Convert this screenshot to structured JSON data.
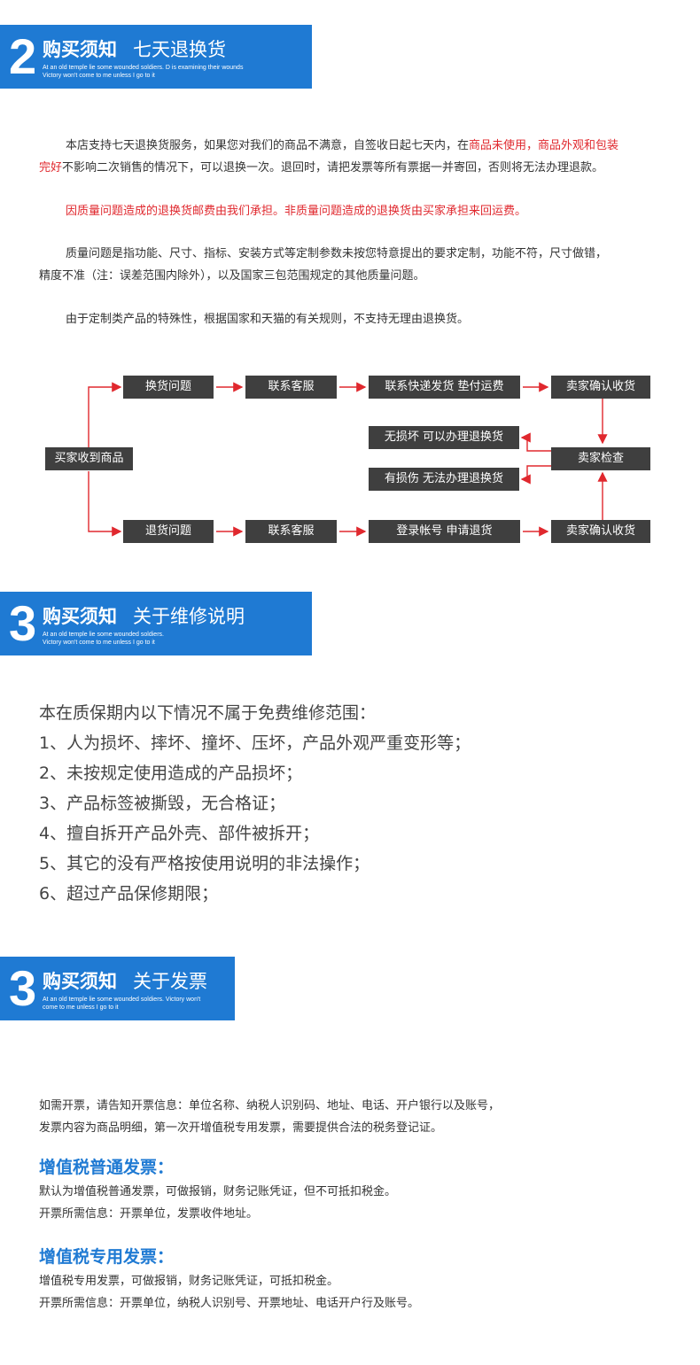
{
  "banners": [
    {
      "num": "2",
      "title": "购买须知",
      "subtitle": "七天退换货",
      "sub_line1": "At an old temple lie some wounded soldiers. D is examining their wounds",
      "sub_line2": "Victory won't come to me unless I go to it"
    },
    {
      "num": "3",
      "title": "购买须知",
      "subtitle": "关于维修说明",
      "sub_line1": "At an old temple lie some wounded soldiers.",
      "sub_line2": "Victory won't come to me unless I go to it"
    },
    {
      "num": "3",
      "title": "购买须知",
      "subtitle": "关于发票",
      "sub_line1": "At an old temple lie some wounded soldiers. Victory won't",
      "sub_line2": "come to me unless I go to it"
    }
  ],
  "returns": {
    "p1_a": "本店支持七天退换货服务，如果您对我们的商品不满意，自签收日起七天内，在",
    "p1_red": "商品未使用，商品外观和包装",
    "p1_red2": "完好",
    "p1_b": "不影响二次销售的情况下，可以退换一次。退回时，请把发票等所有票据一并寄回，否则将无法办理退款。",
    "p2": "因质量问题造成的退换货邮费由我们承担。非质量问题造成的退换货由买家承担来回运费。",
    "p3_a": "质量问题是指功能、尺寸、指标、安装方式等定制参数未按您特意提出的要求定制，功能不符，尺寸做错，",
    "p3_b": "精度不准（注：误差范围内除外），以及国家三包范围规定的其他质量问题。",
    "p4": "由于定制类产品的特殊性，根据国家和天猫的有关规则，不支持无理由退换货。"
  },
  "flow": {
    "start": "买家收到商品",
    "exchange": "换货问题",
    "contact1": "联系客服",
    "ship": "联系快递发货  垫付运费",
    "confirm1": "卖家确认收货",
    "ok": "无损坏  可以办理退换货",
    "inspect": "卖家检查",
    "bad": "有损伤  无法办理退换货",
    "refund": "退货问题",
    "contact2": "联系客服",
    "apply": "登录帐号  申请退货",
    "confirm2": "卖家确认收货"
  },
  "repair": {
    "intro": "本在质保期内以下情况不属于免费维修范围：",
    "items": [
      "1、人为损坏、摔坏、撞坏、压坏，产品外观严重变形等；",
      "2、未按规定使用造成的产品损坏；",
      "3、产品标签被撕毁，无合格证；",
      "4、擅自拆开产品外壳、部件被拆开；",
      "5、其它的没有严格按使用说明的非法操作；",
      "6、超过产品保修期限；"
    ]
  },
  "invoice": {
    "intro1": "如需开票，请告知开票信息：单位名称、纳税人识别码、地址、电话、开户银行以及账号，",
    "intro2": "发票内容为商品明细，第一次开增值税专用发票，需要提供合法的税务登记证。",
    "normal_title": "增值税普通发票：",
    "normal1": "默认为增值税普通发票，可做报销，财务记账凭证，但不可抵扣税金。",
    "normal2": "开票所需信息：开票单位，发票收件地址。",
    "special_title": "增值税专用发票：",
    "special1": "增值税专用发票，可做报销，财务记账凭证，可抵扣税金。",
    "special2": "开票所需信息：开票单位，纳税人识别号、开票地址、电话开户行及账号。"
  },
  "colors": {
    "accent": "#1f7ad3",
    "red": "#e0282e",
    "box": "#3f3f3f"
  }
}
